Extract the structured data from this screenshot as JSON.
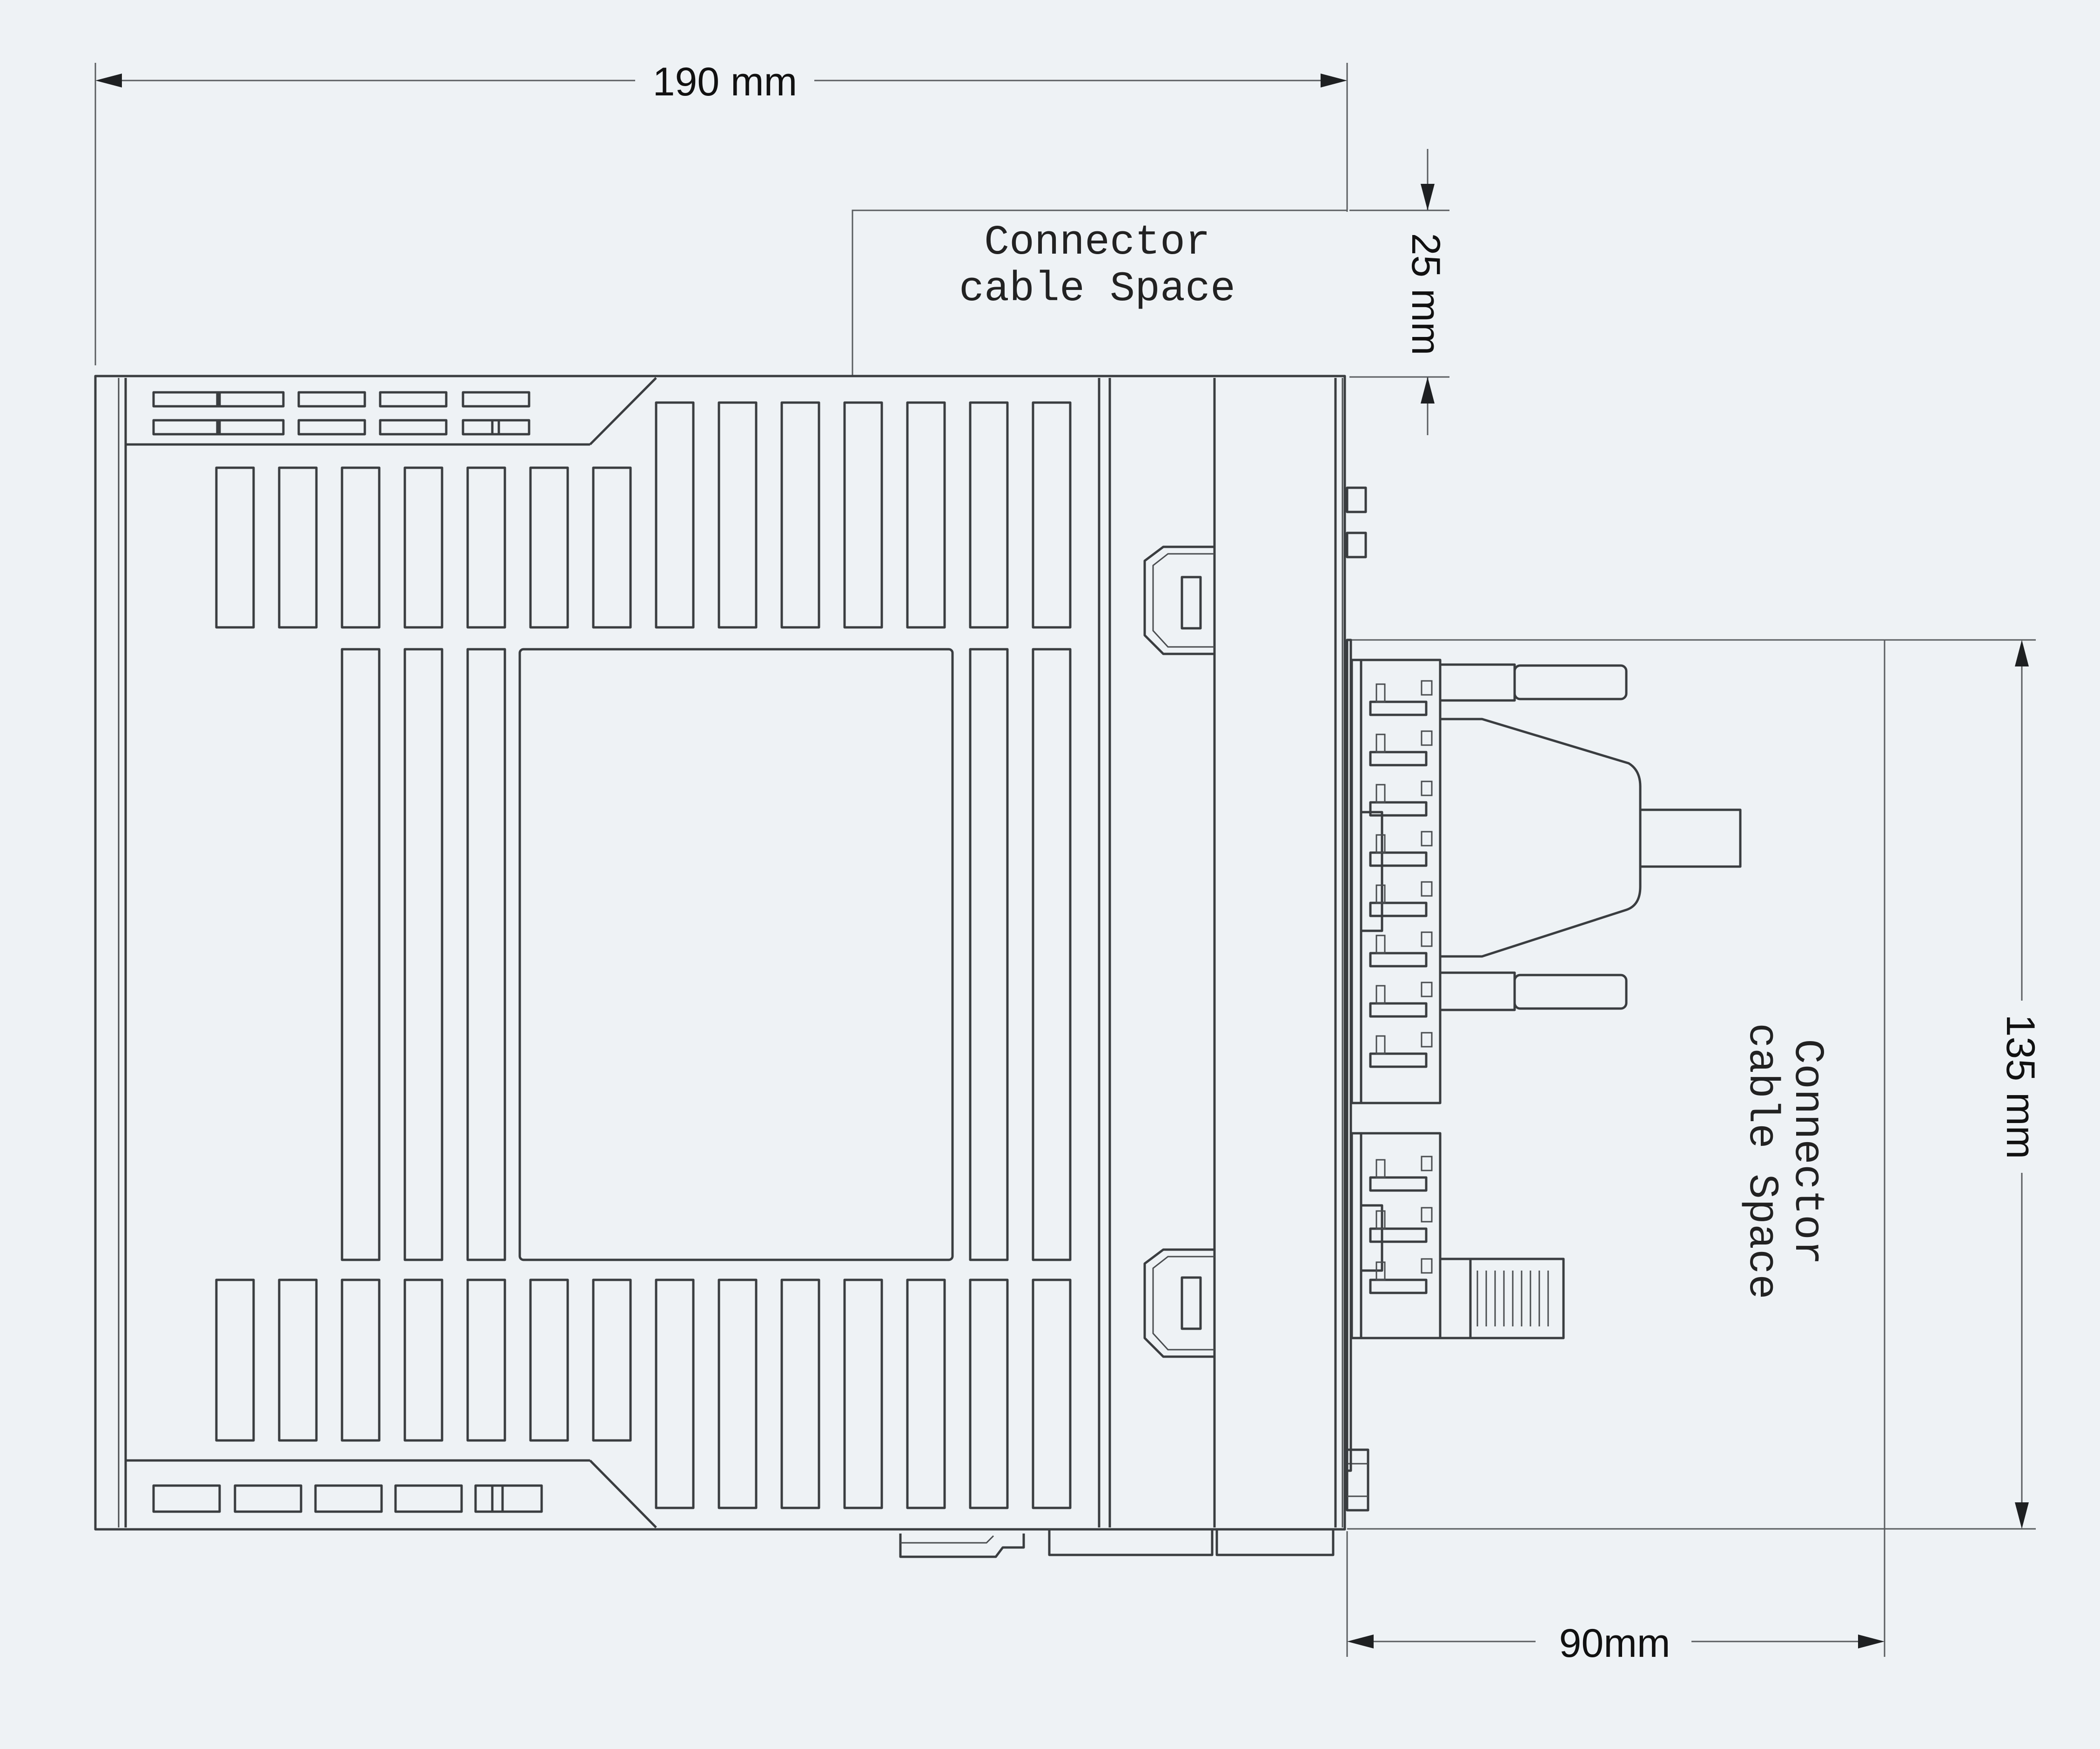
{
  "dimensions": {
    "width_total": "190 mm",
    "connector_top_height": "25 mm",
    "connector_side_height": "135 mm",
    "connector_side_width": "90mm"
  },
  "labels": {
    "connector_space_top": [
      "Connector",
      "cable Space"
    ],
    "connector_space_side": [
      "Connector",
      "cable Space"
    ]
  },
  "colors": {
    "background": "#eef2f5",
    "line": "#3a3d40",
    "text": "#111111"
  }
}
